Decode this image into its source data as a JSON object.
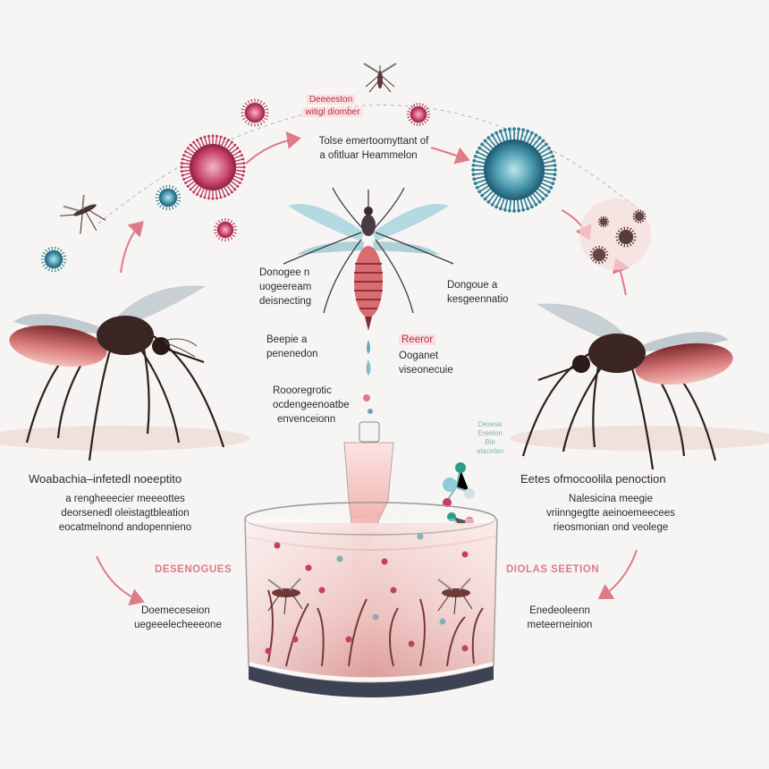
{
  "labels": {
    "top_tiny_1": "Deeeeston",
    "top_tiny_2": "witigl diomber",
    "top_center_1": "Tolse emertoomyttant of",
    "top_center_2": "a ofitluar Heammelon",
    "left_mid_1": "Donogee n",
    "left_mid_2": "uogeeream",
    "left_mid_3": "deisnecting",
    "right_mid_1": "Dongoue a",
    "right_mid_2": "kesgeennatio",
    "center_left_a1": "Beepie a",
    "center_left_a2": "penenedon",
    "center_right_tag": "Reeror",
    "center_right_1": "Ooganet",
    "center_right_2": "viseonecuie",
    "center_left_b1": "Roooregrotic",
    "center_left_b2": "ocdengeenoatbe",
    "center_left_b3": "envenceionn",
    "jar_tiny_1": "Desese",
    "jar_tiny_2": "Ereelon",
    "jar_tiny_3": "Bie",
    "jar_tiny_4": "atacelen",
    "left_title": "Woabachia–infetedl noeeptito",
    "left_desc_1": "a rengheeecier meeeottes",
    "left_desc_2": "deorsenedl oleistagtbleation",
    "left_desc_3": "eocatmelnond andopennieno",
    "left_pink": "DESENOGUES",
    "left_bottom_1": "Doemeceseion",
    "left_bottom_2": "uegeeelecheeeone",
    "right_title": "Eetes ofmocoolila penoction",
    "right_desc_1": "Nalesicina meegie",
    "right_desc_2": "vriinngegtte aeinoemeecees",
    "right_desc_3": "rieosmonian ond veolege",
    "right_pink": "DIOLAS SEETION",
    "right_bottom_1": "Enedeoleenn",
    "right_bottom_2": "meteerneinion"
  },
  "colors": {
    "accent_pink": "#e07a86",
    "virus_magenta": "#c23f63",
    "virus_teal": "#3f8fa0",
    "mosquito_body": "#3a2522",
    "abdomen_red": "#c25a5e",
    "liquid": "#f0c7c5"
  },
  "icons": [
    "mosquito",
    "virus",
    "arrow",
    "jar",
    "dropper",
    "molecule"
  ]
}
